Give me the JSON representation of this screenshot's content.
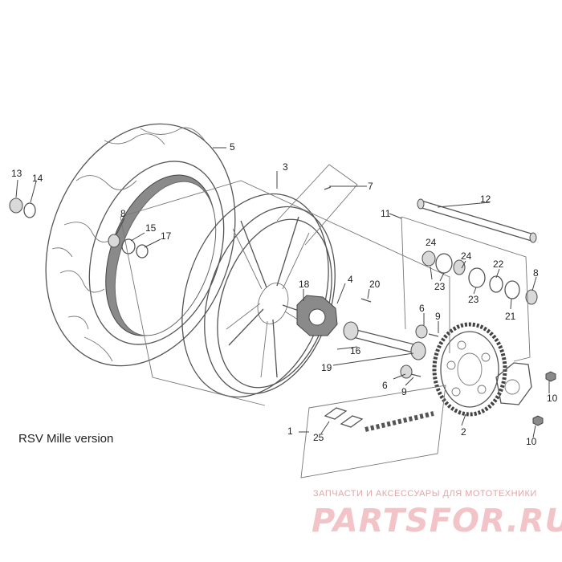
{
  "caption": "RSV Mille version",
  "watermark": {
    "tagline": "ЗАПЧАСТИ И АКСЕССУАРЫ ДЛЯ МОТОТЕХНИКИ",
    "logo_text": "PARTSFOR.RU",
    "color": "#e9a9ae"
  },
  "callouts": {
    "c1": "1",
    "c2": "2",
    "c3": "3",
    "c4": "4",
    "c5": "5",
    "c6a": "6",
    "c6b": "6",
    "c7": "7",
    "c8a": "8",
    "c8b": "8",
    "c9a": "9",
    "c9b": "9",
    "c10a": "10",
    "c10b": "10",
    "c11": "11",
    "c12": "12",
    "c13": "13",
    "c14": "14",
    "c15": "15",
    "c16": "16",
    "c17": "17",
    "c18": "18",
    "c19": "19",
    "c20": "20",
    "c21": "21",
    "c22": "22",
    "c23a": "23",
    "c23b": "23",
    "c24a": "24",
    "c24b": "24",
    "c25": "25"
  }
}
